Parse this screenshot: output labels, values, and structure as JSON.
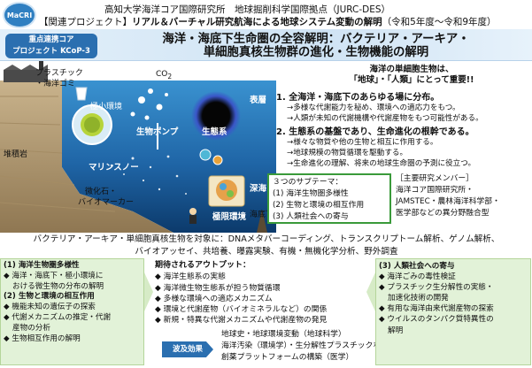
{
  "header": {
    "logo_text": "MaCRI",
    "line1": "高知大学海洋コア国際研究所　地球掘削科学国際拠点（JURC-DES）",
    "line2_prefix": "【関連プロジェクト】",
    "line2_bold": "リアル＆バーチャル研究航海による地球システム変動の解明",
    "line2_suffix": "（令和5年度〜令和9年度）"
  },
  "badge": {
    "line1": "重点連携コア",
    "line2": "プロジェクト KCoP-3"
  },
  "title": {
    "line1": "海洋・海底下生命圏の全容解明：バクテリア・アーキア・",
    "line2": "単細胞真核生物群の進化・生物機能の解明"
  },
  "illustration": {
    "plastic": "プラスチック",
    "plastic2": "・海洋ゴミ",
    "micro_env": "極小環境",
    "co2": "CO",
    "co2_sub": "2",
    "surface": "表層",
    "bio_pump": "生物ポンプ",
    "ecosystem": "生態系",
    "marine_snow": "マリンスノー",
    "deep_sea": "深海",
    "microfossil": "微化石・",
    "biomarker": "バイオマーカー",
    "extreme_env": "極限環境",
    "subseafloor": "海底下",
    "sediment": "堆積岩"
  },
  "right": {
    "title_line1": "海洋の単細胞生物は、",
    "title_line2": "「地球」・「人類」にとって重要!!",
    "point1": "1.  全海洋・海底下のあらゆる場に分布。",
    "point1_a": "→多様な代謝能力を秘め、環境への適応力をもつ。",
    "point1_b": "→人類が未知の代謝機構や代謝産物をもつ可能性がある。",
    "point2": "2.  生態系の基盤であり、生命進化の根幹である。",
    "point2_a": "→様々な物質や他の生物と相互に作用する。",
    "point2_b": "→地球規模の物質循環を駆動する。",
    "point2_c": "→生命進化の理解、将来の地球生命圏の予測に役立つ。"
  },
  "subtheme": {
    "heading": "３つのサブテーマ：",
    "items": [
      "(1) 海洋生物圏多様性",
      "(2) 生物と環境の相互作用",
      "(3) 人類社会への寄与"
    ]
  },
  "members": {
    "heading": "［主要研究メンバー］",
    "lines": [
      "海洋コア国際研究所・",
      "JAMSTEC・農林海洋科学部・",
      "医学部などの異分野融合型"
    ]
  },
  "methods": {
    "line1": "バクテリア・アーキア・単細胞真核生物を対象に：DNAメタバーコーディング、トランスクリプトーム解析、ゲノム解析、",
    "line2": "バイオアッセイ、共培養、曝露実験、有機・無機化学分析、野外調査"
  },
  "box_left": {
    "h1": "(1) 海洋生物圏多様性",
    "i1_line1": "海洋・海底下・極小環境に",
    "i1_line2": "おける微生物の分布の解明",
    "h2": "(2) 生物と環境の相互作用",
    "i2": "機能未知の遺伝子の探索",
    "i3_line1": "代謝メカニズムの推定・代謝",
    "i3_line2": "産物の分析",
    "i4": "生物相互作用の解明"
  },
  "outputs": {
    "heading": "期待されるアウトプット：",
    "items": [
      "海洋生態系の実態",
      "海洋微生物生態系が担う物質循環",
      "多様な環境への適応メカニズム",
      "環境と代謝産物（バイオミネラルなど）の関係",
      "新規・特異な代謝メカニズムや代謝産物の発見"
    ]
  },
  "ripple": {
    "label": "波及効果"
  },
  "effects": {
    "lines": [
      "地球史・地球環境変動（地球科学）",
      "海洋汚染（環境学）・生分解性プラスチックなど（材料科学）",
      "創薬プラットフォームの構築（医学）"
    ]
  },
  "box_right": {
    "h": "(3) 人類社会への寄与",
    "i1": "海洋ごみの毒性検証",
    "i2_line1": "プラスチック生分解性の実態・",
    "i2_line2": "加速化技術の開発",
    "i3": "有用な海洋由来代謝産物の探索",
    "i4_line1": "ウイルスのタンパク質特異性の",
    "i4_line2": "解明"
  },
  "colors": {
    "ocean_top": "#2f86c8",
    "ocean_bottom": "#0d3f73",
    "band": "#cfe3f4",
    "badge": "#2b6fb0",
    "green_box": "#e2f2d8",
    "subtheme_border": "#3a9a3a"
  }
}
